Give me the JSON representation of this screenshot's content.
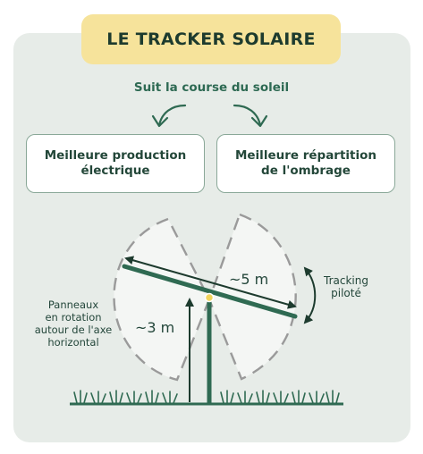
{
  "title": "LE TRACKER SOLAIRE",
  "subtitle": "Suit la course du soleil",
  "benefits": [
    "Meilleure production\nélectrique",
    "Meilleure répartition\nde l'ombrage"
  ],
  "labels": {
    "panel_length": "~5 m",
    "height": "~3 m",
    "tracking_line1": "Tracking",
    "tracking_line2": "piloté",
    "rotation_line1": "Panneaux",
    "rotation_line2": "en rotation",
    "rotation_line3": "autour de l'axe",
    "rotation_line4": "horizontal"
  },
  "colors": {
    "card_bg": "#e7ece8",
    "title_bg": "#f6e39b",
    "dark_green": "#2f6a52",
    "text": "#1d3b2e"
  }
}
